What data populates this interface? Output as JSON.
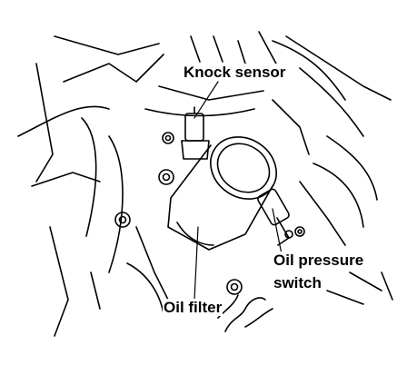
{
  "labels": {
    "knock_sensor": "Knock sensor",
    "oil_pressure_line1": "Oil pressure",
    "oil_pressure_line2": "switch",
    "oil_filter": "Oil filter"
  },
  "colors": {
    "ink": "#000000",
    "paper": "#ffffff"
  }
}
